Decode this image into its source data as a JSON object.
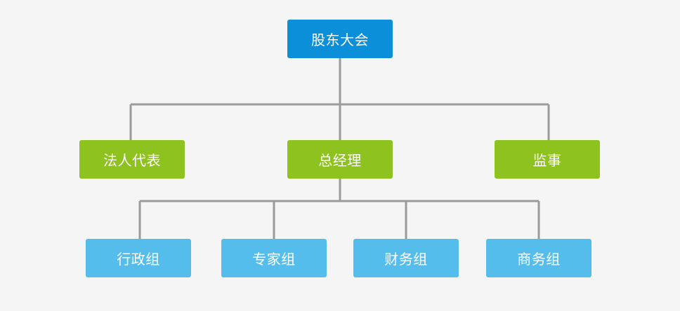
{
  "org_chart": {
    "root": {
      "label": "股东大会",
      "color": "#0b8fd8"
    },
    "level1": [
      {
        "label": "法人代表",
        "color": "#8dc21f"
      },
      {
        "label": "总经理",
        "color": "#8dc21f"
      },
      {
        "label": "监事",
        "color": "#8dc21f"
      }
    ],
    "level2": [
      {
        "label": "行政组",
        "color": "#55bdeb"
      },
      {
        "label": "专家组",
        "color": "#55bdeb"
      },
      {
        "label": "财务组",
        "color": "#55bdeb"
      },
      {
        "label": "商务组",
        "color": "#55bdeb"
      }
    ],
    "line_color": "#9b9b9b"
  }
}
